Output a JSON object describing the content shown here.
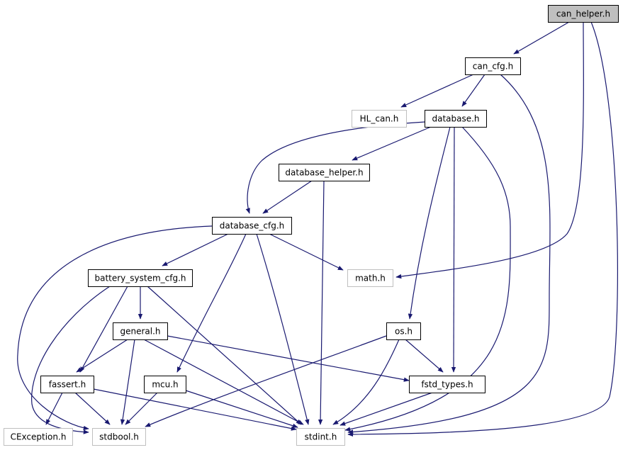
{
  "graph": {
    "colors": {
      "edge": "#191970",
      "node_border": "#000000",
      "node_border_external": "#bfbfbf",
      "root_fill": "#bfbfbf",
      "node_fill": "#ffffff"
    },
    "nodes": [
      {
        "id": "can_helper_h",
        "label": "can_helper.h",
        "kind": "root"
      },
      {
        "id": "can_cfg_h",
        "label": "can_cfg.h",
        "kind": "internal"
      },
      {
        "id": "hl_can_h",
        "label": "HL_can.h",
        "kind": "external"
      },
      {
        "id": "database_h",
        "label": "database.h",
        "kind": "internal"
      },
      {
        "id": "database_helper_h",
        "label": "database_helper.h",
        "kind": "internal"
      },
      {
        "id": "database_cfg_h",
        "label": "database_cfg.h",
        "kind": "internal"
      },
      {
        "id": "battery_system_cfg_h",
        "label": "battery_system_cfg.h",
        "kind": "internal"
      },
      {
        "id": "math_h",
        "label": "math.h",
        "kind": "external"
      },
      {
        "id": "general_h",
        "label": "general.h",
        "kind": "internal"
      },
      {
        "id": "os_h",
        "label": "os.h",
        "kind": "internal"
      },
      {
        "id": "fassert_h",
        "label": "fassert.h",
        "kind": "internal"
      },
      {
        "id": "mcu_h",
        "label": "mcu.h",
        "kind": "internal"
      },
      {
        "id": "fstd_types_h",
        "label": "fstd_types.h",
        "kind": "internal"
      },
      {
        "id": "cexception_h",
        "label": "CException.h",
        "kind": "external"
      },
      {
        "id": "stdbool_h",
        "label": "stdbool.h",
        "kind": "external"
      },
      {
        "id": "stdint_h",
        "label": "stdint.h",
        "kind": "external"
      }
    ],
    "edges": [
      {
        "from": "can_helper_h",
        "to": "can_cfg_h"
      },
      {
        "from": "can_helper_h",
        "to": "math_h"
      },
      {
        "from": "can_helper_h",
        "to": "stdint_h"
      },
      {
        "from": "can_cfg_h",
        "to": "hl_can_h"
      },
      {
        "from": "can_cfg_h",
        "to": "database_h"
      },
      {
        "from": "can_cfg_h",
        "to": "stdint_h"
      },
      {
        "from": "database_h",
        "to": "database_helper_h"
      },
      {
        "from": "database_h",
        "to": "database_cfg_h"
      },
      {
        "from": "database_h",
        "to": "os_h"
      },
      {
        "from": "database_h",
        "to": "fstd_types_h"
      },
      {
        "from": "database_h",
        "to": "stdint_h"
      },
      {
        "from": "database_helper_h",
        "to": "database_cfg_h"
      },
      {
        "from": "database_helper_h",
        "to": "stdint_h"
      },
      {
        "from": "database_cfg_h",
        "to": "battery_system_cfg_h"
      },
      {
        "from": "database_cfg_h",
        "to": "math_h"
      },
      {
        "from": "database_cfg_h",
        "to": "mcu_h"
      },
      {
        "from": "database_cfg_h",
        "to": "stdbool_h"
      },
      {
        "from": "database_cfg_h",
        "to": "stdint_h"
      },
      {
        "from": "battery_system_cfg_h",
        "to": "general_h"
      },
      {
        "from": "battery_system_cfg_h",
        "to": "fassert_h"
      },
      {
        "from": "battery_system_cfg_h",
        "to": "stdbool_h"
      },
      {
        "from": "battery_system_cfg_h",
        "to": "stdint_h"
      },
      {
        "from": "general_h",
        "to": "fassert_h"
      },
      {
        "from": "general_h",
        "to": "stdbool_h"
      },
      {
        "from": "general_h",
        "to": "fstd_types_h"
      },
      {
        "from": "general_h",
        "to": "stdint_h"
      },
      {
        "from": "os_h",
        "to": "fstd_types_h"
      },
      {
        "from": "os_h",
        "to": "stdbool_h"
      },
      {
        "from": "os_h",
        "to": "stdint_h"
      },
      {
        "from": "fassert_h",
        "to": "cexception_h"
      },
      {
        "from": "fassert_h",
        "to": "stdbool_h"
      },
      {
        "from": "fassert_h",
        "to": "stdint_h"
      },
      {
        "from": "mcu_h",
        "to": "stdbool_h"
      },
      {
        "from": "mcu_h",
        "to": "stdint_h"
      },
      {
        "from": "fstd_types_h",
        "to": "stdint_h"
      }
    ]
  }
}
